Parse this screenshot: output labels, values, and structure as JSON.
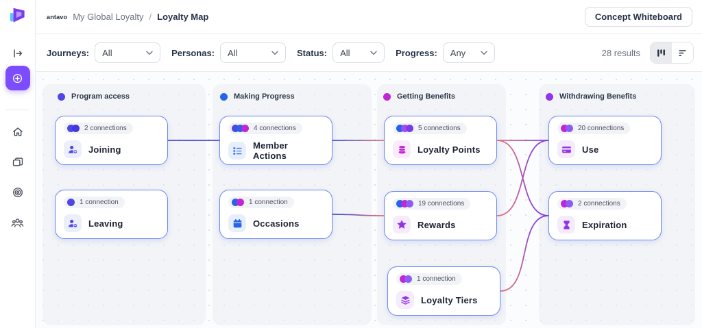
{
  "topbar": {
    "wordmark": "antavo",
    "breadcrumb": {
      "app": "My Global Loyalty",
      "separator": "/",
      "page": "Loyalty Map"
    },
    "whiteboard_button": "Concept Whiteboard"
  },
  "filterbar": {
    "filters": [
      {
        "label": "Journeys:",
        "value": "All"
      },
      {
        "label": "Personas:",
        "value": "All"
      },
      {
        "label": "Status:",
        "value": "All"
      },
      {
        "label": "Progress:",
        "value": "Any"
      }
    ],
    "results": "28 results",
    "views": [
      {
        "icon": "kanban-view-icon",
        "active": true
      },
      {
        "icon": "sort-view-icon",
        "active": false
      }
    ]
  },
  "sidebar": {
    "accent": "#7c4dff",
    "items": [
      {
        "icon": "sidebar-expand-icon",
        "active": false
      },
      {
        "icon": "create-plus-icon",
        "active": true
      },
      {
        "icon": "home-icon",
        "active": false
      },
      {
        "icon": "projects-icon",
        "active": false
      },
      {
        "icon": "target-icon",
        "active": false
      },
      {
        "icon": "members-icon",
        "active": false
      }
    ]
  },
  "canvas": {
    "columns": [
      {
        "id": "program-access",
        "label": "Program access",
        "dot_color": "#4f46e5"
      },
      {
        "id": "making-progress",
        "label": "Making Progress",
        "dot_color": "#2563eb"
      },
      {
        "id": "getting-benefits",
        "label": "Getting Benefits",
        "dot_color": "#c026d3"
      },
      {
        "id": "withdrawing-benefits",
        "label": "Withdrawing Benefits",
        "dot_color": "#9333ea"
      }
    ],
    "nodes": [
      {
        "id": "joining",
        "column": "program-access",
        "label": "Joining",
        "connections": "2 connections",
        "icon": "person-plus-icon",
        "accent": "#4f46e5",
        "icon_bg": "#eceefc",
        "dots": [
          "#4f46e5",
          "#4338e0"
        ]
      },
      {
        "id": "leaving",
        "column": "program-access",
        "label": "Leaving",
        "connections": "1 connection",
        "icon": "person-minus-icon",
        "accent": "#4f46e5",
        "icon_bg": "#eceefc",
        "dots": [
          "#4f46e5"
        ]
      },
      {
        "id": "member-actions",
        "column": "making-progress",
        "label": "Member Actions",
        "connections": "4 connections",
        "icon": "checklist-icon",
        "accent": "#2563eb",
        "icon_bg": "#e7effd",
        "dots": [
          "#4f46e5",
          "#2563eb",
          "#c026d3"
        ]
      },
      {
        "id": "occasions",
        "column": "making-progress",
        "label": "Occasions",
        "connections": "1 connection",
        "icon": "calendar-icon",
        "accent": "#2563eb",
        "icon_bg": "#e7effd",
        "dots": [
          "#2563eb",
          "#c026d3"
        ]
      },
      {
        "id": "loyalty-points",
        "column": "getting-benefits",
        "label": "Loyalty Points",
        "connections": "5 connections",
        "icon": "coins-icon",
        "accent": "#c026d3",
        "icon_bg": "#faeafc",
        "dots": [
          "#2563eb",
          "#9b4dee",
          "#7c3aed"
        ]
      },
      {
        "id": "rewards",
        "column": "getting-benefits",
        "label": "Rewards",
        "connections": "19 connections",
        "icon": "star-icon",
        "accent": "#9333ea",
        "icon_bg": "#f4ecfc",
        "dots": [
          "#2563eb",
          "#c026d3",
          "#8b5cf6"
        ]
      },
      {
        "id": "loyalty-tiers",
        "column": "getting-benefits",
        "label": "Loyalty Tiers",
        "connections": "1 connection",
        "icon": "layers-icon",
        "accent": "#9333ea",
        "icon_bg": "#f4ecfc",
        "dots": [
          "#c026d3",
          "#8b5cf6"
        ]
      },
      {
        "id": "use",
        "column": "withdrawing-benefits",
        "label": "Use",
        "connections": "20 connections",
        "icon": "credit-card-icon",
        "accent": "#9333ea",
        "icon_bg": "#f4ecfc",
        "dots": [
          "#c026d3",
          "#8b5cf6"
        ]
      },
      {
        "id": "expiration",
        "column": "withdrawing-benefits",
        "label": "Expiration",
        "connections": "2 connections",
        "icon": "hourglass-icon",
        "accent": "#9333ea",
        "icon_bg": "#f4ecfc",
        "dots": [
          "#c026d3",
          "#8b5cf6"
        ]
      }
    ],
    "edges": [
      {
        "from": "joining",
        "to": "member-actions",
        "from_color": "#4649d8",
        "to_color": "#4649d8"
      },
      {
        "from": "member-actions",
        "to": "loyalty-points",
        "from_color": "#3b50d6",
        "to_color": "#e0707f"
      },
      {
        "from": "occasions",
        "to": "rewards",
        "from_color": "#3b50d6",
        "to_color": "#e0707f"
      },
      {
        "from": "loyalty-points",
        "to": "use",
        "from_color": "#e0707f",
        "to_color": "#7c3aed"
      },
      {
        "from": "loyalty-points",
        "to": "expiration",
        "from_color": "#e0707f",
        "to_color": "#7c3aed"
      },
      {
        "from": "rewards",
        "to": "use",
        "from_color": "#e0707f",
        "to_color": "#7c3aed"
      },
      {
        "from": "loyalty-tiers",
        "to": "expiration",
        "from_color": "#e0707f",
        "to_color": "#7c3aed"
      }
    ]
  }
}
